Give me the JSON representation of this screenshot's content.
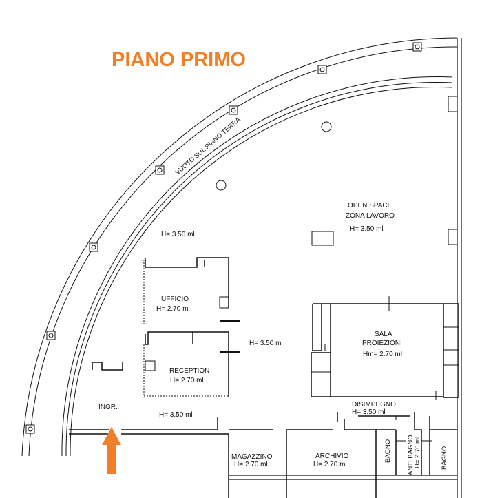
{
  "title": {
    "text": "PIANO PRIMO",
    "color": "#f07f2a"
  },
  "arrow_color": "#f07f2a",
  "labels": {
    "vuoto": "VUOTO SUL PIANO TERRA",
    "open_space_1": "OPEN SPACE",
    "open_space_2": "ZONA LAVORO",
    "h_open": "H= 3.50 ml",
    "h_left": "H= 3.50 ml",
    "ufficio": "UFFICIO",
    "h_ufficio": "H= 2.70 ml",
    "h_center": "H= 3.50 ml",
    "sala_1": "SALA",
    "sala_2": "PROIEZIONI",
    "h_sala": "Hm= 2.70 ml",
    "reception": "RECEPTION",
    "h_reception": "H= 2.70 ml",
    "disimpegno": "DISIMPEGNO",
    "h_disimpegno": "H= 3.50 ml",
    "ingr": "INGR.",
    "h_ingr": "H= 3.50 ml",
    "magazzino": "MAGAZZINO",
    "h_magazzino": "H= 2.70 ml",
    "archivio": "ARCHIVIO",
    "h_archivio": "H= 2.70 ml",
    "bagno_1": "BAGNO",
    "anti_bagno": "ANTI BAGNO",
    "h_anti_bagno": "H= 2.70 ml",
    "bagno_2": "BAGNO"
  }
}
